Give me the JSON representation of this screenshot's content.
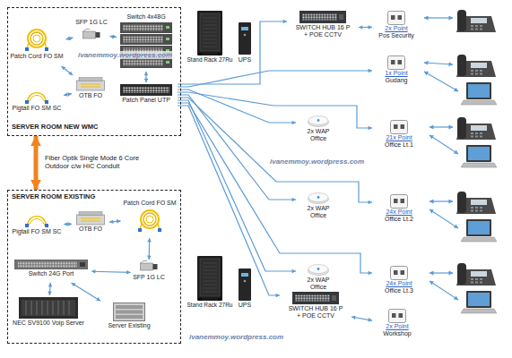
{
  "diagram": {
    "nodes": [
      {
        "text": [
          "SERVER ROOM NEW WMC"
        ]
      },
      {
        "text": [
          "Patch Cord FO SM"
        ],
        "in": 0
      },
      {
        "text": [
          "SFP 1G LC"
        ],
        "in": 0
      },
      {
        "text": [
          "Switch 4x48G"
        ],
        "in": 0
      },
      {
        "text": [
          "OTB FO"
        ],
        "in": 0
      },
      {
        "text": [
          "Pigtail FO SM SC"
        ],
        "in": 0
      },
      {
        "text": [
          "Patch Panel UTP"
        ],
        "in": 0
      },
      {
        "text": [
          "Stand Rack 27Ru"
        ]
      },
      {
        "text": [
          "UPS"
        ]
      },
      {
        "text": [
          "SERVER ROOM EXISTING"
        ]
      },
      {
        "text": [
          "Pigtail FO SM SC"
        ],
        "in": 9
      },
      {
        "text": [
          "OTB FO"
        ],
        "in": 9
      },
      {
        "text": [
          "Patch Cord FO SM"
        ],
        "in": 9
      },
      {
        "text": [
          "Switch 24G Port"
        ],
        "in": 9
      },
      {
        "text": [
          "SFP 1G LC"
        ],
        "in": 9
      },
      {
        "text": [
          "NEC SV9100 Voip Server"
        ],
        "in": 9
      },
      {
        "text": [
          "Server Existing"
        ],
        "in": 9
      },
      {
        "text": [
          "Stand Rack 27Ru"
        ]
      },
      {
        "text": [
          "UPS"
        ]
      },
      {
        "text": [
          "SWITCH HUB 16 P + POE CCTV"
        ]
      },
      {
        "text": [
          "2x Point",
          "Pos Security"
        ]
      },
      {
        "text": [
          "1x Point",
          "Gudang"
        ]
      },
      {
        "text": [
          "2x WAP Office"
        ]
      },
      {
        "text": [
          "21x Point",
          "Office Lt.1"
        ]
      },
      {
        "text": [
          "2x WAP Office"
        ]
      },
      {
        "text": [
          "24x Point",
          "Office Lt.2"
        ]
      },
      {
        "text": [
          "2x WAP Office"
        ]
      },
      {
        "text": [
          "24x Point",
          "Office Lt.3"
        ]
      },
      {
        "text": [
          "SWITCH HUB 16 P + POE CCTV"
        ]
      },
      {
        "text": [
          "2x Point",
          "Workshop"
        ]
      }
    ],
    "edges": [
      {
        "from": 1,
        "to": 2,
        "arrow": "both"
      },
      {
        "from": 2,
        "to": 3,
        "arrow": "both"
      },
      {
        "from": 1,
        "to": 4,
        "arrow": "both"
      },
      {
        "from": 5,
        "to": 4,
        "arrow": "both"
      },
      {
        "from": 3,
        "to": 6,
        "arrow": "both"
      },
      {
        "from": 0,
        "to": 9,
        "label": "Fiber Optik Single Mode 6 Core Outdoor c/w HIC Conduit",
        "arrow": "both"
      },
      {
        "from": 10,
        "to": 11,
        "arrow": "both"
      },
      {
        "from": 11,
        "to": 12,
        "arrow": "both"
      },
      {
        "from": 12,
        "to": 14,
        "arrow": "both"
      },
      {
        "from": 14,
        "to": 13,
        "arrow": "both"
      },
      {
        "from": 13,
        "to": 15,
        "arrow": "both"
      },
      {
        "from": 13,
        "to": 16,
        "arrow": "both"
      },
      {
        "from": 6,
        "to": 19,
        "arrow": "to"
      },
      {
        "from": 6,
        "to": 21,
        "arrow": "to"
      },
      {
        "from": 6,
        "to": 22,
        "arrow": "to"
      },
      {
        "from": 6,
        "to": 23,
        "arrow": "to"
      },
      {
        "from": 6,
        "to": 24,
        "arrow": "to"
      },
      {
        "from": 6,
        "to": 25,
        "arrow": "to"
      },
      {
        "from": 6,
        "to": 26,
        "arrow": "to"
      },
      {
        "from": 6,
        "to": 27,
        "arrow": "to"
      },
      {
        "from": 6,
        "to": 28,
        "arrow": "to"
      },
      {
        "from": 19,
        "to": 20,
        "arrow": "both"
      },
      {
        "from": 28,
        "to": 29,
        "arrow": "both"
      }
    ],
    "labels": [
      "ivanemmoy.wordpress.com",
      "ivanemmoy.wordpress.com",
      "ivanemmoy.wordpress.com"
    ]
  }
}
